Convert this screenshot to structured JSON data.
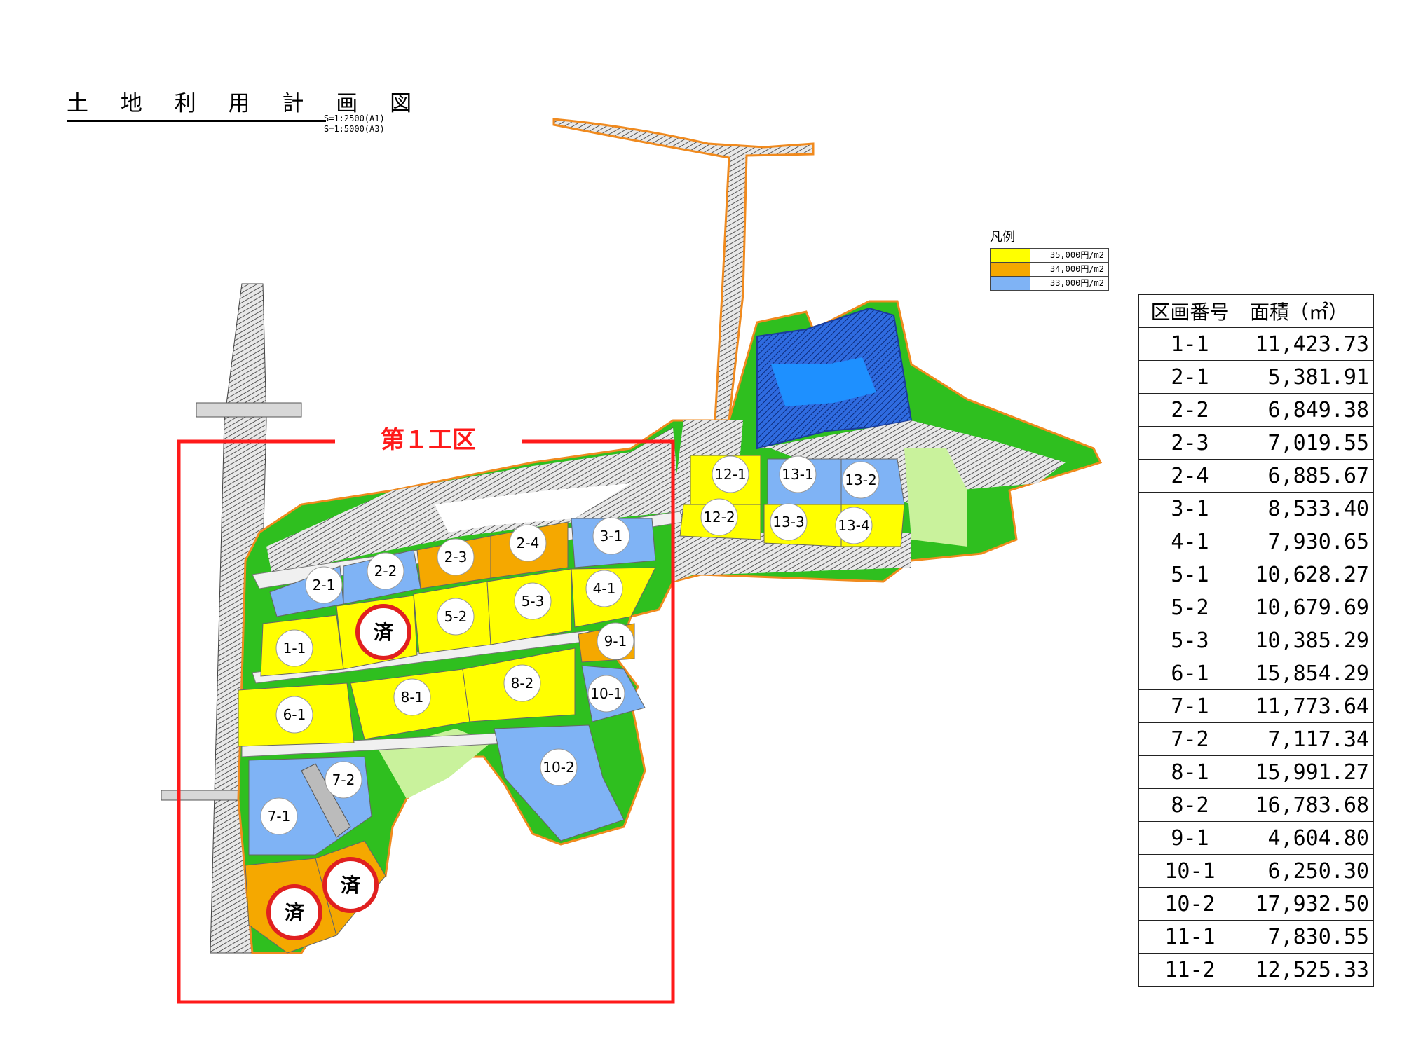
{
  "title": "土 地 利 用 計 画 図",
  "scale_lines": [
    "S=1:2500(A1)",
    "S=1:5000(A3)"
  ],
  "section_label": "第１工区",
  "legend": {
    "title": "凡例",
    "items": [
      {
        "label": "35,000円/m2",
        "color": "#ffff00"
      },
      {
        "label": "34,000円/m2",
        "color": "#f5a800"
      },
      {
        "label": "33,000円/m2",
        "color": "#7fb3f5"
      }
    ]
  },
  "sold_mark": "済",
  "lots": [
    {
      "id": "1-1"
    },
    {
      "id": "2-1"
    },
    {
      "id": "2-2"
    },
    {
      "id": "2-3"
    },
    {
      "id": "2-4"
    },
    {
      "id": "3-1"
    },
    {
      "id": "4-1"
    },
    {
      "id": "5-2"
    },
    {
      "id": "5-3"
    },
    {
      "id": "6-1"
    },
    {
      "id": "7-1"
    },
    {
      "id": "7-2"
    },
    {
      "id": "8-1"
    },
    {
      "id": "8-2"
    },
    {
      "id": "9-1"
    },
    {
      "id": "10-1"
    },
    {
      "id": "10-2"
    },
    {
      "id": "12-1"
    },
    {
      "id": "12-2"
    },
    {
      "id": "13-1"
    },
    {
      "id": "13-2"
    },
    {
      "id": "13-3"
    },
    {
      "id": "13-4"
    }
  ],
  "table": {
    "headers": [
      "区画番号",
      "面積（㎡）"
    ],
    "rows": [
      [
        "1-1",
        "11,423.73"
      ],
      [
        "2-1",
        "5,381.91"
      ],
      [
        "2-2",
        "6,849.38"
      ],
      [
        "2-3",
        "7,019.55"
      ],
      [
        "2-4",
        "6,885.67"
      ],
      [
        "3-1",
        "8,533.40"
      ],
      [
        "4-1",
        "7,930.65"
      ],
      [
        "5-1",
        "10,628.27"
      ],
      [
        "5-2",
        "10,679.69"
      ],
      [
        "5-3",
        "10,385.29"
      ],
      [
        "6-1",
        "15,854.29"
      ],
      [
        "7-1",
        "11,773.64"
      ],
      [
        "7-2",
        "7,117.34"
      ],
      [
        "8-1",
        "15,991.27"
      ],
      [
        "8-2",
        "16,783.68"
      ],
      [
        "9-1",
        "4,604.80"
      ],
      [
        "10-1",
        "6,250.30"
      ],
      [
        "10-2",
        "17,932.50"
      ],
      [
        "11-1",
        "7,830.55"
      ],
      [
        "11-2",
        "12,525.33"
      ]
    ]
  }
}
